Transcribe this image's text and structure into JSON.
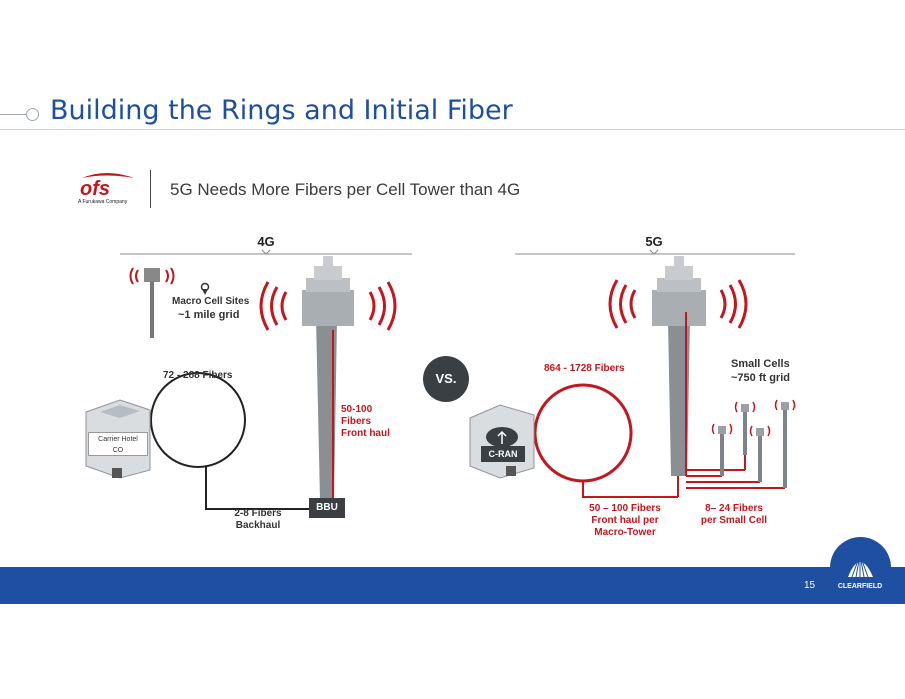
{
  "slide": {
    "title": "Building the Rings and Initial Fiber",
    "page_number": "15"
  },
  "ofs": {
    "logo_text": "ofs",
    "tagline": "A Furukawa Company",
    "panel_title": "5G Needs More Fibers per Cell Tower than 4G"
  },
  "left": {
    "heading": "4G",
    "macro_line1": "Macro Cell Sites",
    "macro_line2": "~1 mile grid",
    "ring_fibers": "72 - 288 Fibers",
    "carrier_line1": "Carrier Hotel",
    "carrier_line2": "CO",
    "fronthaul_line1": "50-100",
    "fronthaul_line2": "Fibers",
    "fronthaul_line3": "Front haul",
    "backhaul_line1": "2-8 Fibers",
    "backhaul_line2": "Backhaul",
    "bbu": "BBU"
  },
  "vs": "VS.",
  "right": {
    "heading": "5G",
    "ring_fibers": "864 - 1728 Fibers",
    "cran": "C-RAN",
    "small_line1": "Small Cells",
    "small_line2": "~750 ft grid",
    "fronthaul_line1": "50 – 100  Fibers",
    "fronthaul_line2": "Front haul per",
    "fronthaul_line3": "Macro-Tower",
    "small_fibers_line1": "8– 24 Fibers",
    "small_fibers_line2": "per Small Cell"
  },
  "brand": {
    "name": "CLEARFIELD",
    "primary_color": "#1f4fa0",
    "red": "#c4161c"
  }
}
